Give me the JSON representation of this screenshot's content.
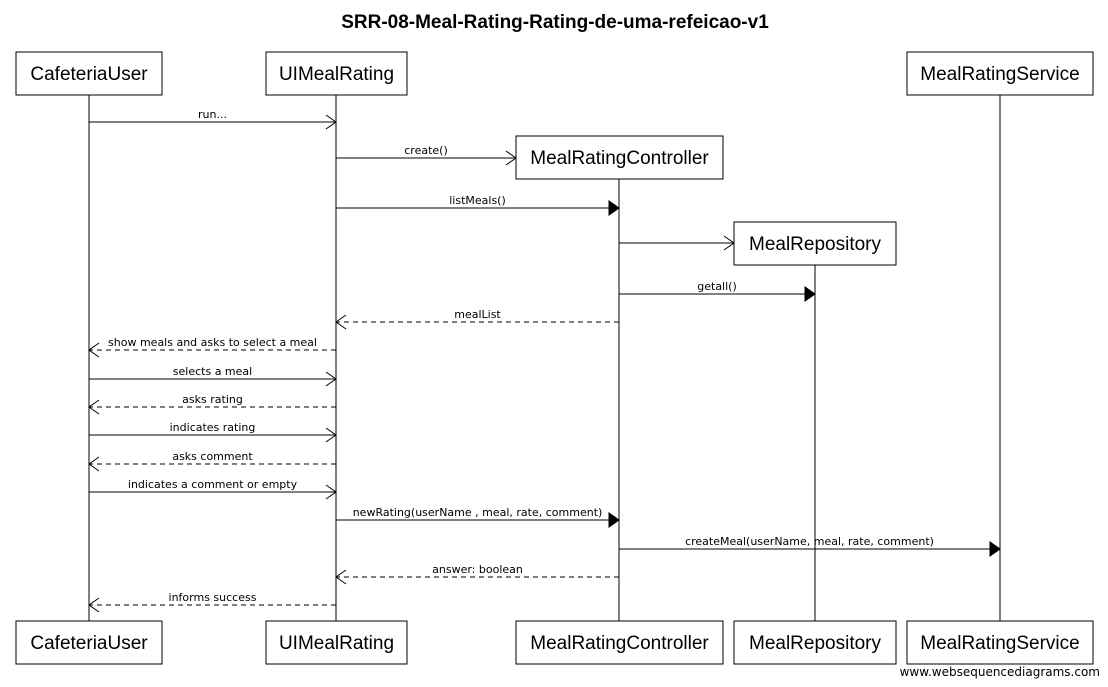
{
  "title": "SRR-08-Meal-Rating-Rating-de-uma-refeicao-v1",
  "footer": "www.websequencediagrams.com",
  "participants": [
    {
      "id": "user",
      "label": "CafeteriaUser"
    },
    {
      "id": "ui",
      "label": "UIMealRating"
    },
    {
      "id": "ctrl",
      "label": "MealRatingController"
    },
    {
      "id": "repo",
      "label": "MealRepository"
    },
    {
      "id": "svc",
      "label": "MealRatingService"
    }
  ],
  "messages": [
    {
      "from": "user",
      "to": "ui",
      "label": "run...",
      "style": "open"
    },
    {
      "from": "ui",
      "to": "ctrl",
      "label": "create()",
      "style": "create"
    },
    {
      "from": "ui",
      "to": "ctrl",
      "label": "listMeals()",
      "style": "sync"
    },
    {
      "from": "ctrl",
      "to": "repo",
      "label": "",
      "style": "create"
    },
    {
      "from": "ctrl",
      "to": "repo",
      "label": "getall()",
      "style": "sync"
    },
    {
      "from": "ctrl",
      "to": "ui",
      "label": "mealList",
      "style": "return"
    },
    {
      "from": "ui",
      "to": "user",
      "label": "show meals and asks to select a meal",
      "style": "return"
    },
    {
      "from": "user",
      "to": "ui",
      "label": "selects a meal",
      "style": "open"
    },
    {
      "from": "ui",
      "to": "user",
      "label": "asks rating",
      "style": "return"
    },
    {
      "from": "user",
      "to": "ui",
      "label": "indicates rating",
      "style": "open"
    },
    {
      "from": "ui",
      "to": "user",
      "label": "asks comment",
      "style": "return"
    },
    {
      "from": "user",
      "to": "ui",
      "label": "indicates a comment or empty",
      "style": "open"
    },
    {
      "from": "ui",
      "to": "ctrl",
      "label": "newRating(userName , meal, rate, comment)",
      "style": "sync"
    },
    {
      "from": "ctrl",
      "to": "svc",
      "label": "createMeal(userName, meal, rate, comment)",
      "style": "sync"
    },
    {
      "from": "ctrl",
      "to": "ui",
      "label": "answer: boolean",
      "style": "return"
    },
    {
      "from": "ui",
      "to": "user",
      "label": "informs success",
      "style": "return"
    }
  ]
}
